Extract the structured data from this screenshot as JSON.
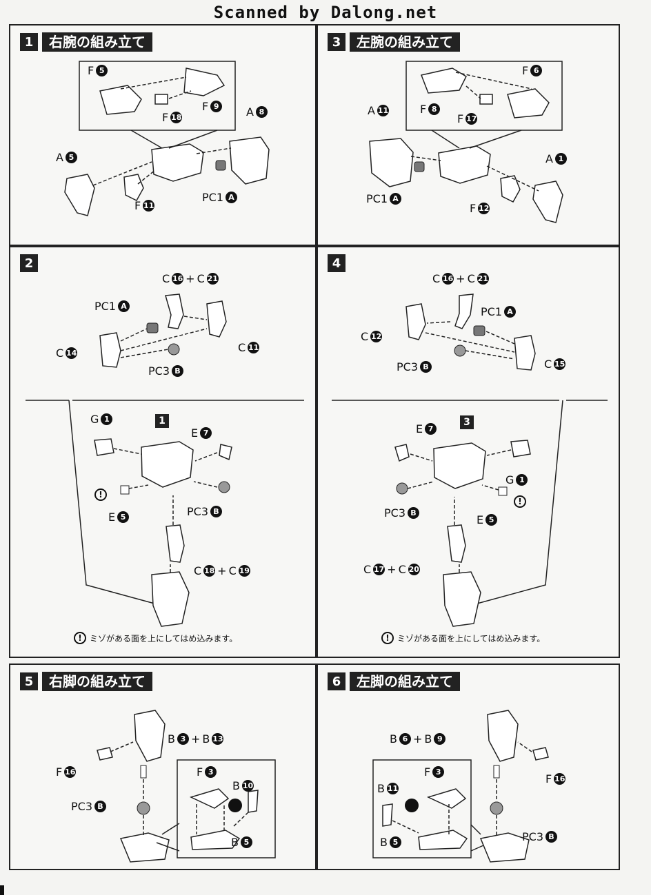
{
  "scan_credit": "Scanned by Dalong.net",
  "steps": {
    "s1": {
      "num": "1",
      "title": "右腕の組み立て"
    },
    "s2": {
      "num": "2"
    },
    "s3": {
      "num": "3",
      "title": "左腕の組み立て"
    },
    "s4": {
      "num": "4"
    },
    "s5": {
      "num": "5",
      "title": "右脚の組み立て"
    },
    "s6": {
      "num": "6",
      "title": "左脚の組み立て"
    }
  },
  "refs": {
    "r1": "1",
    "r3": "3"
  },
  "note_text": "ミゾがある面を上にしてはめ込みます。",
  "note_mark": "!",
  "plus": "+",
  "labels": {
    "s1": [
      {
        "l": "F",
        "n": "5"
      },
      {
        "l": "F",
        "n": "9"
      },
      {
        "l": "F",
        "n": "18"
      },
      {
        "l": "A",
        "n": "8"
      },
      {
        "l": "A",
        "n": "5"
      },
      {
        "l": "F",
        "n": "11"
      },
      {
        "l": "PC1",
        "n": "A"
      }
    ],
    "s3": [
      {
        "l": "F",
        "n": "6"
      },
      {
        "l": "F",
        "n": "8"
      },
      {
        "l": "F",
        "n": "17"
      },
      {
        "l": "A",
        "n": "11"
      },
      {
        "l": "A",
        "n": "1"
      },
      {
        "l": "F",
        "n": "12"
      },
      {
        "l": "PC1",
        "n": "A"
      }
    ],
    "s2": [
      {
        "l": "C",
        "n": "16"
      },
      {
        "l": "C",
        "n": "21"
      },
      {
        "l": "PC1",
        "n": "A"
      },
      {
        "l": "C",
        "n": "14"
      },
      {
        "l": "C",
        "n": "11"
      },
      {
        "l": "PC3",
        "n": "B"
      },
      {
        "l": "G",
        "n": "1"
      },
      {
        "l": "E",
        "n": "7"
      },
      {
        "l": "E",
        "n": "5"
      },
      {
        "l": "PC3",
        "n": "B"
      },
      {
        "l": "C",
        "n": "18"
      },
      {
        "l": "C",
        "n": "19"
      }
    ],
    "s4": [
      {
        "l": "C",
        "n": "16"
      },
      {
        "l": "C",
        "n": "21"
      },
      {
        "l": "PC1",
        "n": "A"
      },
      {
        "l": "C",
        "n": "12"
      },
      {
        "l": "C",
        "n": "15"
      },
      {
        "l": "PC3",
        "n": "B"
      },
      {
        "l": "E",
        "n": "7"
      },
      {
        "l": "G",
        "n": "1"
      },
      {
        "l": "PC3",
        "n": "B"
      },
      {
        "l": "E",
        "n": "5"
      },
      {
        "l": "C",
        "n": "17"
      },
      {
        "l": "C",
        "n": "20"
      }
    ],
    "s5": [
      {
        "l": "B",
        "n": "3"
      },
      {
        "l": "B",
        "n": "13"
      },
      {
        "l": "F",
        "n": "16"
      },
      {
        "l": "PC3",
        "n": "B"
      },
      {
        "l": "F",
        "n": "3"
      },
      {
        "l": "B",
        "n": "10"
      },
      {
        "l": "B",
        "n": "5"
      }
    ],
    "s6": [
      {
        "l": "B",
        "n": "6"
      },
      {
        "l": "B",
        "n": "9"
      },
      {
        "l": "F",
        "n": "16"
      },
      {
        "l": "F",
        "n": "3"
      },
      {
        "l": "B",
        "n": "11"
      },
      {
        "l": "B",
        "n": "5"
      },
      {
        "l": "PC3",
        "n": "B"
      }
    ]
  }
}
